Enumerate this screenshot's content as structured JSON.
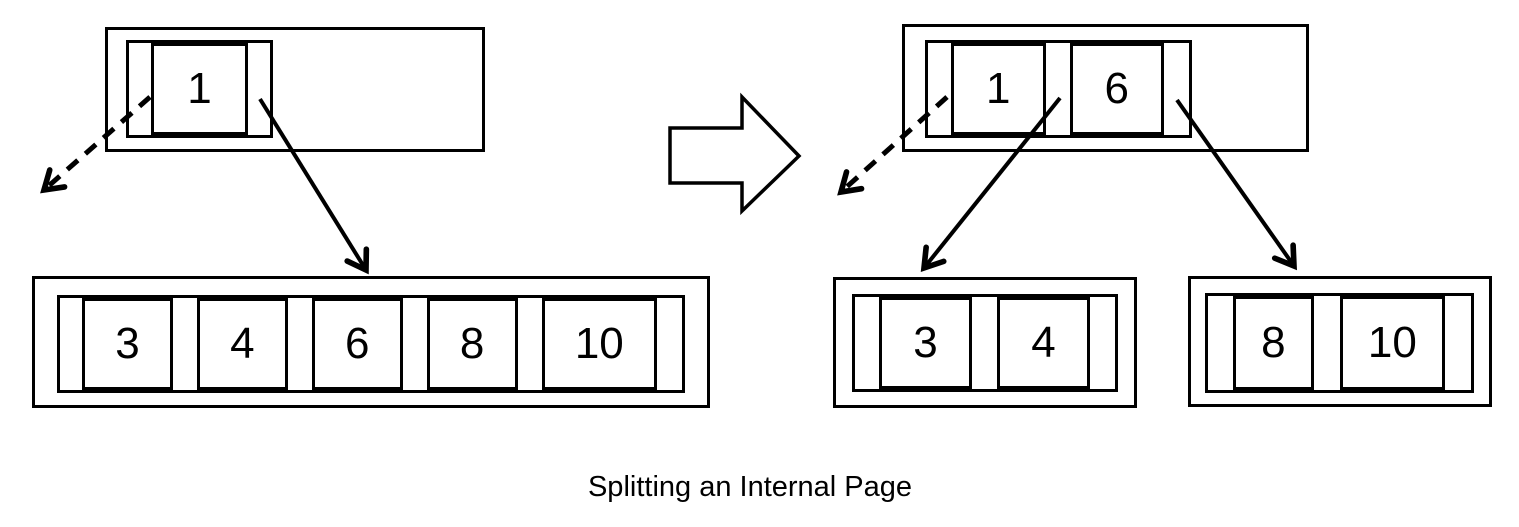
{
  "caption": "Splitting an Internal Page",
  "before": {
    "root": {
      "keys": [
        "1"
      ]
    },
    "leaf": {
      "keys": [
        "3",
        "4",
        "6",
        "8",
        "10"
      ]
    }
  },
  "after": {
    "root": {
      "keys": [
        "1",
        "6"
      ]
    },
    "left_leaf": {
      "keys": [
        "3",
        "4"
      ]
    },
    "right_leaf": {
      "keys": [
        "8",
        "10"
      ]
    }
  },
  "colors": {
    "line": "#000000",
    "background": "#ffffff"
  }
}
